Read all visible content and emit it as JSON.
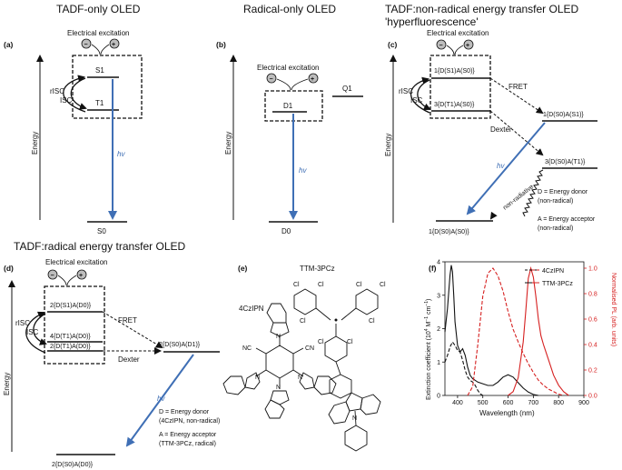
{
  "panels": {
    "a": {
      "title": "TADF-only OLED",
      "label": "(a)",
      "excitation": "Electrical excitation",
      "levels": [
        "S1",
        "T1",
        "S0"
      ],
      "transitions": [
        "rISC",
        "ISC"
      ],
      "emission": "hv",
      "axis": "Energy"
    },
    "b": {
      "title": "Radical-only OLED",
      "label": "(b)",
      "excitation": "Electrical excitation",
      "levels": [
        "D1",
        "Q1",
        "D0"
      ],
      "emission": "hv",
      "axis": "Energy"
    },
    "c": {
      "title": "TADF:non-radical energy transfer OLED",
      "subtitle": "'hyperfluorescence'",
      "label": "(c)",
      "excitation": "Electrical excitation",
      "transitions": [
        "rISC",
        "ISC",
        "FRET",
        "Dexter",
        "non-radiative"
      ],
      "levels": [
        "1{D(S1)A(S0)}",
        "3{D(T1)A(S0)}",
        "1{D(S0)A(S1)}",
        "3{D(S0)A(T1)}",
        "1{D(S0)A(S0)}"
      ],
      "emission": "hv",
      "axis": "Energy",
      "notes": [
        "D = Energy donor",
        "(non-radical)",
        "A = Energy acceptor",
        "(non-radical)"
      ]
    },
    "d": {
      "title": "TADF:radical energy transfer OLED",
      "label": "(d)",
      "excitation": "Electrical excitation",
      "transitions": [
        "rISC",
        "ISC",
        "FRET",
        "Dexter"
      ],
      "levels": [
        "2{D(S1)A(D0)}",
        "4{D(T1)A(D0)}",
        "2{D(T1)A(D0)}",
        "2{D(S0)A(D1)}",
        "2{D(S0)A(D0)}"
      ],
      "emission": "hv",
      "axis": "Energy",
      "notes": [
        "D = Energy donor",
        "(4CzIPN, non-radical)",
        "A = Energy acceptor",
        "(TTM-3PCz, radical)"
      ]
    },
    "e": {
      "label": "(e)",
      "molecules": [
        "4CzIPN",
        "TTM-3PCz"
      ],
      "atoms": [
        "N",
        "NC",
        "CN",
        "Cl"
      ]
    }
  },
  "chart_data": {
    "type": "line",
    "label": "(f)",
    "xlabel": "Wavelength (nm)",
    "ylabel_left": "Extinction coefficient (10^4 M^-1 cm^-1)",
    "ylabel_right": "Normalised PL (arb. units)",
    "xlim": [
      350,
      900
    ],
    "xticks": [
      400,
      500,
      600,
      700,
      800,
      900
    ],
    "ylim_left": [
      0,
      4
    ],
    "yticks_left": [
      0,
      1,
      2,
      3,
      4
    ],
    "ylim_right": [
      0,
      1.05
    ],
    "yticks_right": [
      "0.0",
      "0.2",
      "0.4",
      "0.6",
      "0.8",
      "1.0"
    ],
    "legend_position": "top-right",
    "legend": [
      {
        "name": "4CzIPN",
        "style": "dashed"
      },
      {
        "name": "TTM-3PCz",
        "style": "solid"
      }
    ],
    "series": [
      {
        "name": "4CzIPN",
        "kind": "absorption",
        "axis": "left",
        "color": "#111111",
        "dash": true,
        "x": [
          350,
          360,
          370,
          380,
          390,
          400,
          410,
          420,
          430,
          440,
          450,
          460,
          470,
          480,
          490,
          500
        ],
        "y": [
          1.0,
          1.2,
          1.45,
          1.6,
          1.5,
          1.35,
          1.3,
          1.05,
          0.75,
          0.55,
          0.45,
          0.4,
          0.3,
          0.15,
          0.05,
          0.0
        ]
      },
      {
        "name": "TTM-3PCz",
        "kind": "absorption",
        "axis": "left",
        "color": "#111111",
        "dash": false,
        "x": [
          350,
          360,
          370,
          375,
          380,
          385,
          390,
          400,
          410,
          420,
          430,
          440,
          450,
          460,
          480,
          500,
          520,
          540,
          560,
          580,
          600,
          620,
          640,
          660,
          680,
          700,
          720
        ],
        "y": [
          1.9,
          2.6,
          3.6,
          3.9,
          3.7,
          3.0,
          2.2,
          1.5,
          1.3,
          1.4,
          1.2,
          0.85,
          0.6,
          0.5,
          0.4,
          0.35,
          0.3,
          0.3,
          0.4,
          0.55,
          0.62,
          0.55,
          0.38,
          0.22,
          0.1,
          0.03,
          0.0
        ]
      },
      {
        "name": "4CzIPN",
        "kind": "PL",
        "axis": "right",
        "color": "#d62020",
        "dash": true,
        "x": [
          440,
          460,
          480,
          500,
          520,
          540,
          560,
          580,
          600,
          620,
          640,
          660,
          680,
          700,
          720,
          740,
          760,
          780,
          800,
          820
        ],
        "y": [
          0.0,
          0.07,
          0.4,
          0.78,
          0.96,
          1.0,
          0.94,
          0.82,
          0.66,
          0.52,
          0.42,
          0.33,
          0.25,
          0.18,
          0.12,
          0.08,
          0.05,
          0.03,
          0.01,
          0.0
        ]
      },
      {
        "name": "TTM-3PCz",
        "kind": "PL",
        "axis": "right",
        "color": "#d62020",
        "dash": false,
        "x": [
          600,
          620,
          640,
          660,
          670,
          680,
          690,
          700,
          710,
          720,
          730,
          740,
          760,
          780,
          800,
          820,
          840
        ],
        "y": [
          0.0,
          0.03,
          0.14,
          0.42,
          0.66,
          0.92,
          1.0,
          0.93,
          0.78,
          0.6,
          0.47,
          0.4,
          0.28,
          0.16,
          0.08,
          0.03,
          0.0
        ]
      }
    ]
  },
  "colors": {
    "emission_blue": "#3f6fb5",
    "pl_red": "#d62020"
  }
}
